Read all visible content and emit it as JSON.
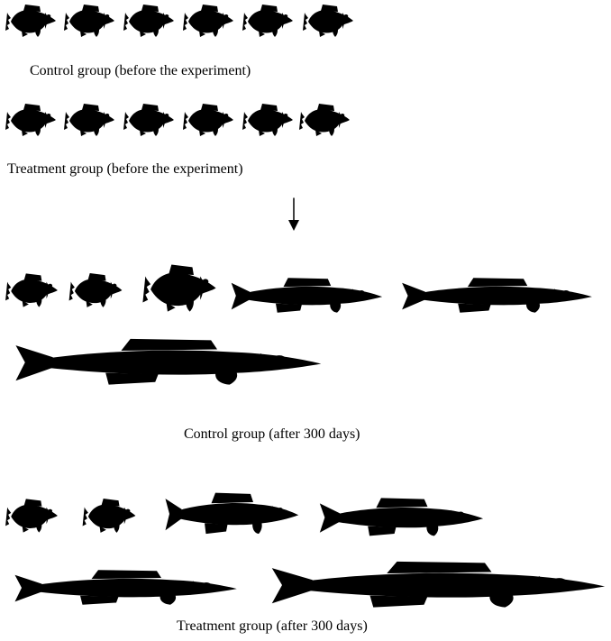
{
  "labels": {
    "control_before": "Control group (before the experiment)",
    "treatment_before": "Treatment group (before the experiment)",
    "control_after": "Control group (after 300 days)",
    "treatment_after": "Treatment group (after 300 days)"
  },
  "groups": {
    "control_before": {
      "total": 6,
      "deep_bodied": 6,
      "elongated": 0
    },
    "treatment_before": {
      "total": 6,
      "deep_bodied": 6,
      "elongated": 0
    },
    "control_after": {
      "total": 6,
      "deep_bodied": 3,
      "elongated": 3
    },
    "treatment_after": {
      "total": 6,
      "deep_bodied": 2,
      "elongated": 4
    }
  },
  "icons": {
    "fish_deep": "deep-bodied-fish-icon",
    "fish_long": "elongated-fish-icon",
    "arrow": "down-arrow-icon"
  }
}
